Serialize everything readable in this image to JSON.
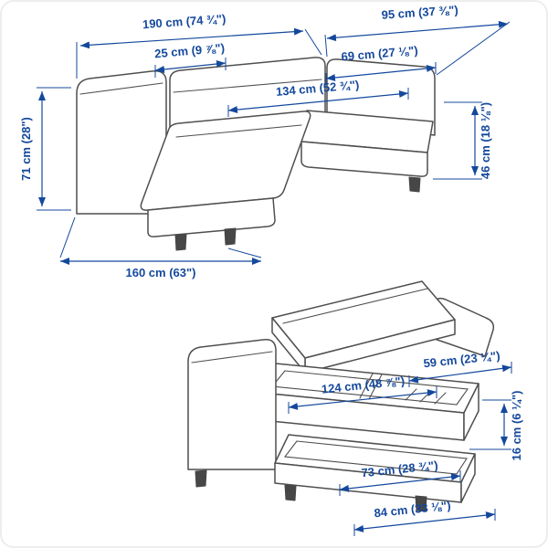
{
  "palette": {
    "outline_gray": "#4f4f4f",
    "dimension_blue": "#14489c",
    "background": "#ffffff"
  },
  "closed_view": {
    "name": "chaise-longue closed view",
    "dimensions": {
      "total_width": "190 cm (74 ¾\")",
      "right_module_width": "95 cm (37 ⅜\")",
      "armrest_width": "25 cm (9 ⅞\")",
      "right_seat_depth": "69 cm (27 ⅛\")",
      "chaise_length": "134 cm (52 ¾\")",
      "armrest_height": "71 cm (28\")",
      "back_height": "46 cm (18 ⅛\")",
      "chaise_depth": "160 cm (63\")"
    }
  },
  "open_view": {
    "name": "chaise-longue open storage view",
    "dimensions": {
      "seat_width": "59 cm (23 ¼\")",
      "storage_length": "124 cm (48 ⅞\")",
      "storage_height": "16 cm (6 ¼\")",
      "inner_width": "73 cm (28 ¾\")",
      "outer_width": "84 cm (33 ⅛\")"
    }
  }
}
